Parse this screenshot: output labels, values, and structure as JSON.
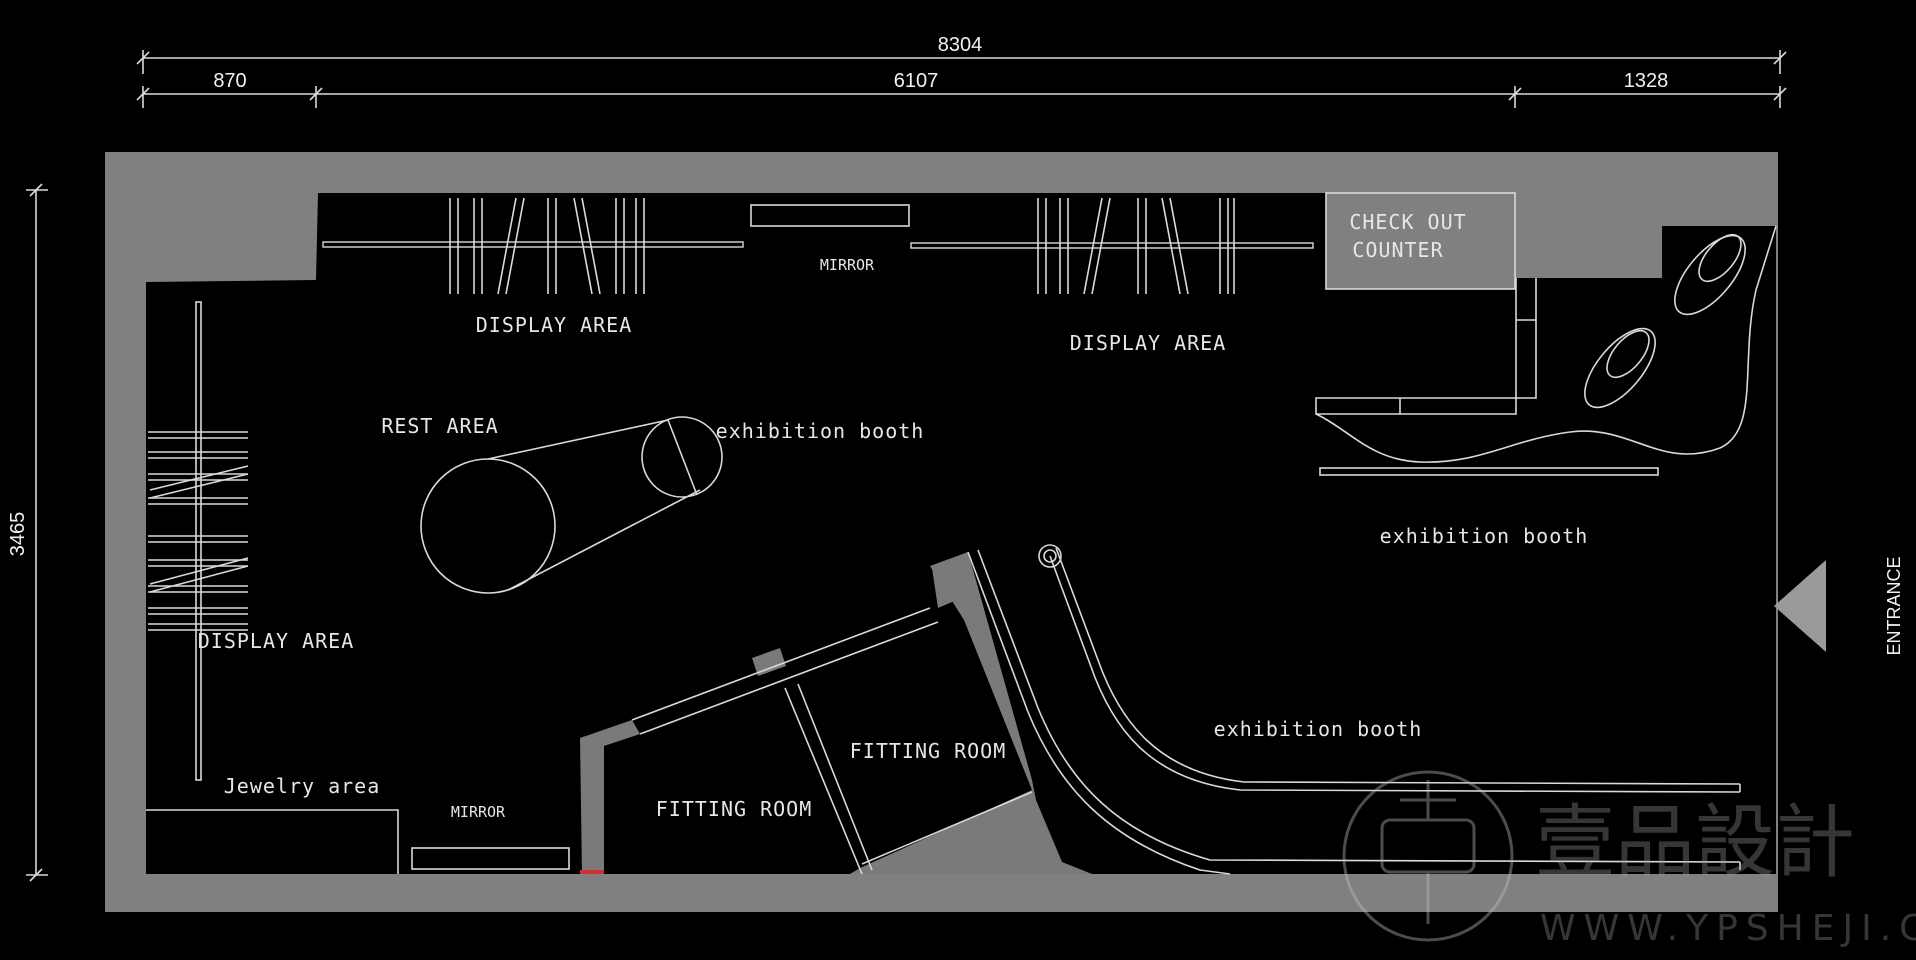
{
  "dimensions": {
    "total_width": "8304",
    "left_segment": "870",
    "middle_segment": "6107",
    "right_segment": "1328",
    "height": "3465"
  },
  "labels": {
    "display_area_top_left": "DISPLAY AREA",
    "display_area_top_right": "DISPLAY AREA",
    "display_area_left": "DISPLAY AREA",
    "mirror_top": "MIRROR",
    "mirror_bottom": "MIRROR",
    "rest_area": "REST  AREA",
    "exhibition_booth_center": "exhibition booth",
    "exhibition_booth_right": "exhibition booth",
    "exhibition_booth_bottom": "exhibition booth",
    "checkout_line1": "CHECK OUT",
    "checkout_line2": "COUNTER",
    "fitting_room_1": "FITTING ROOM",
    "fitting_room_2": "FITTING ROOM",
    "jewelry_area": "Jewelry area",
    "entrance": "ENTRANCE"
  },
  "watermark": {
    "brand": "壹品設計",
    "url": "WWW.YPSHEJI.COM"
  },
  "colors": {
    "background": "#000000",
    "wall": "#808080",
    "line": "#d9d9d9",
    "text": "#e6e6e6"
  }
}
